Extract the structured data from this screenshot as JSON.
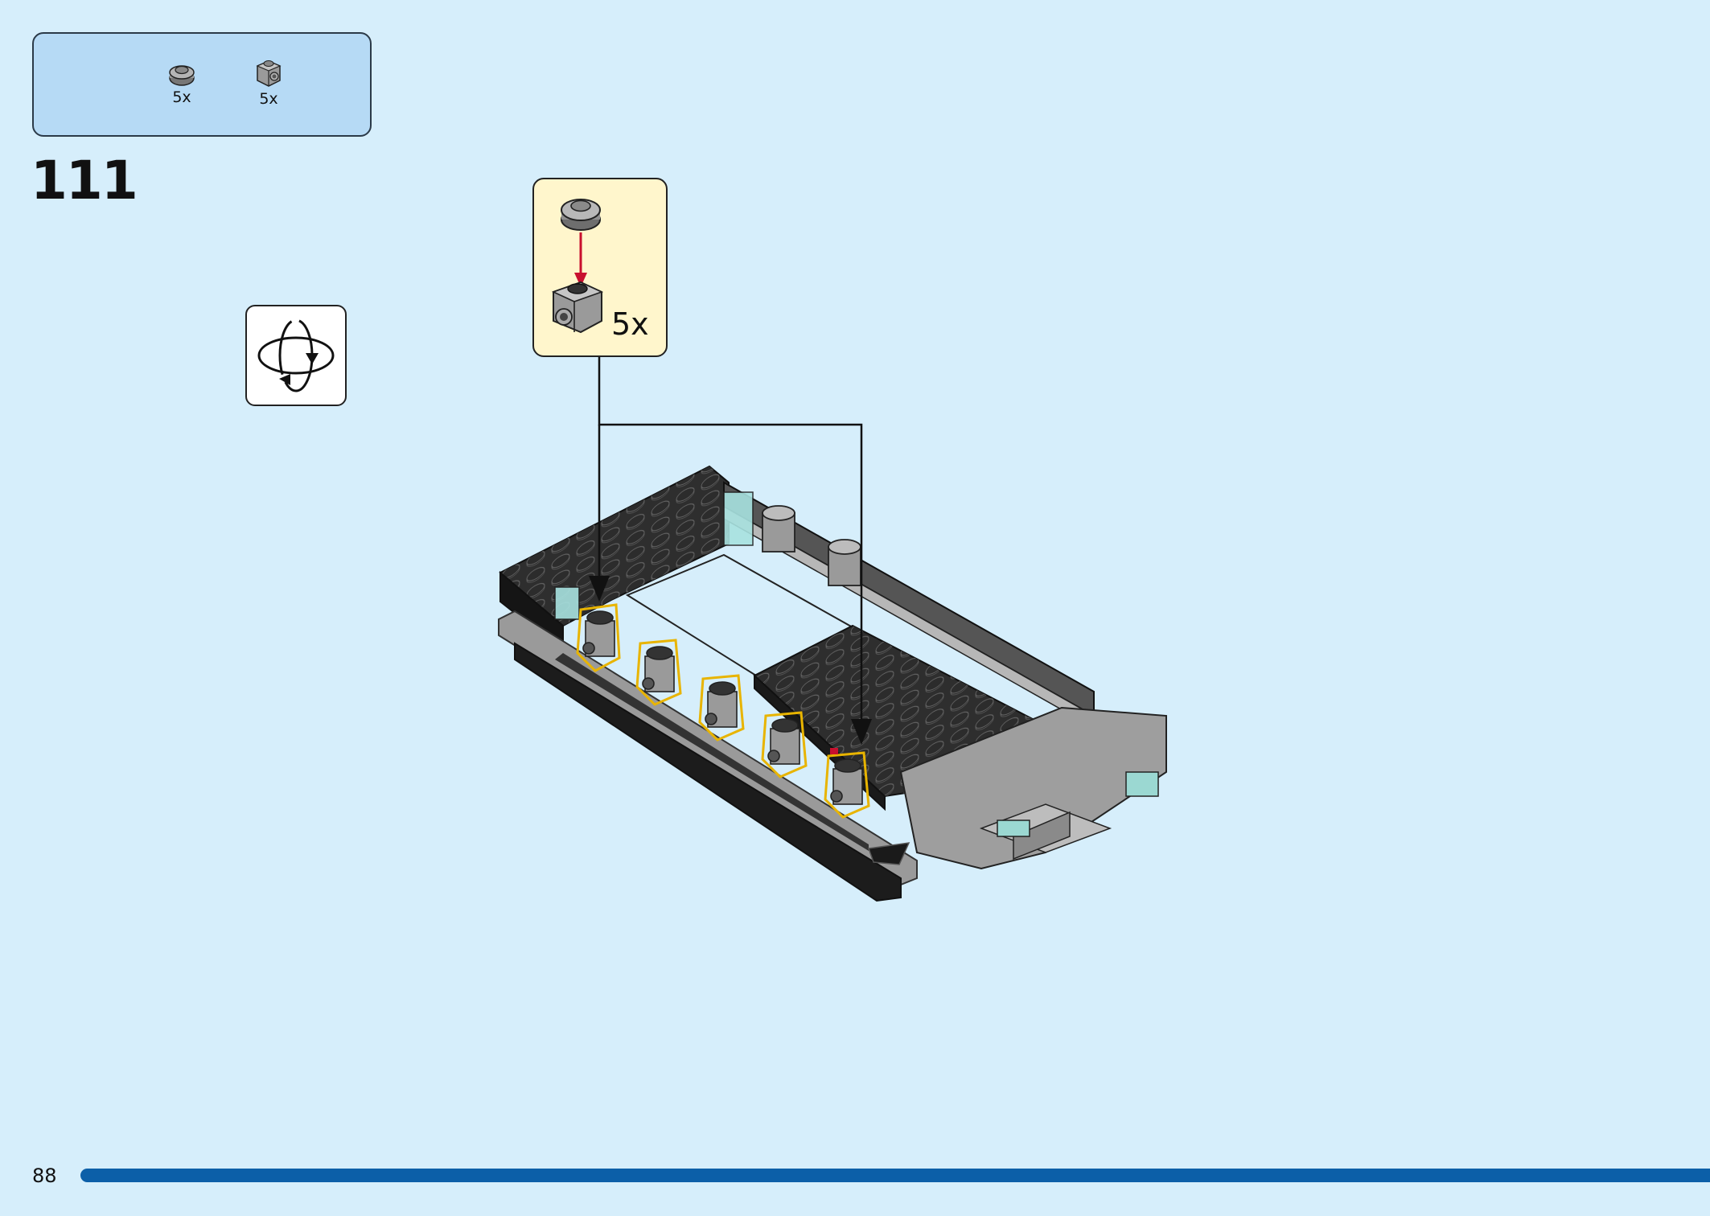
{
  "parts_list": {
    "items": [
      {
        "icon": "round-plate-1x1-icon",
        "quantity": "5x"
      },
      {
        "icon": "brick-1x1-with-stud-on-side-icon",
        "quantity": "5x"
      }
    ]
  },
  "step": {
    "number": "111"
  },
  "rotate_hint": {
    "icon": "rotate-model-icon"
  },
  "callout": {
    "quantity": "5x",
    "arrow_color": "#c8102e"
  },
  "page": {
    "number": "88",
    "bar_color": "#0c5fa8",
    "background": "#d6eefb"
  }
}
